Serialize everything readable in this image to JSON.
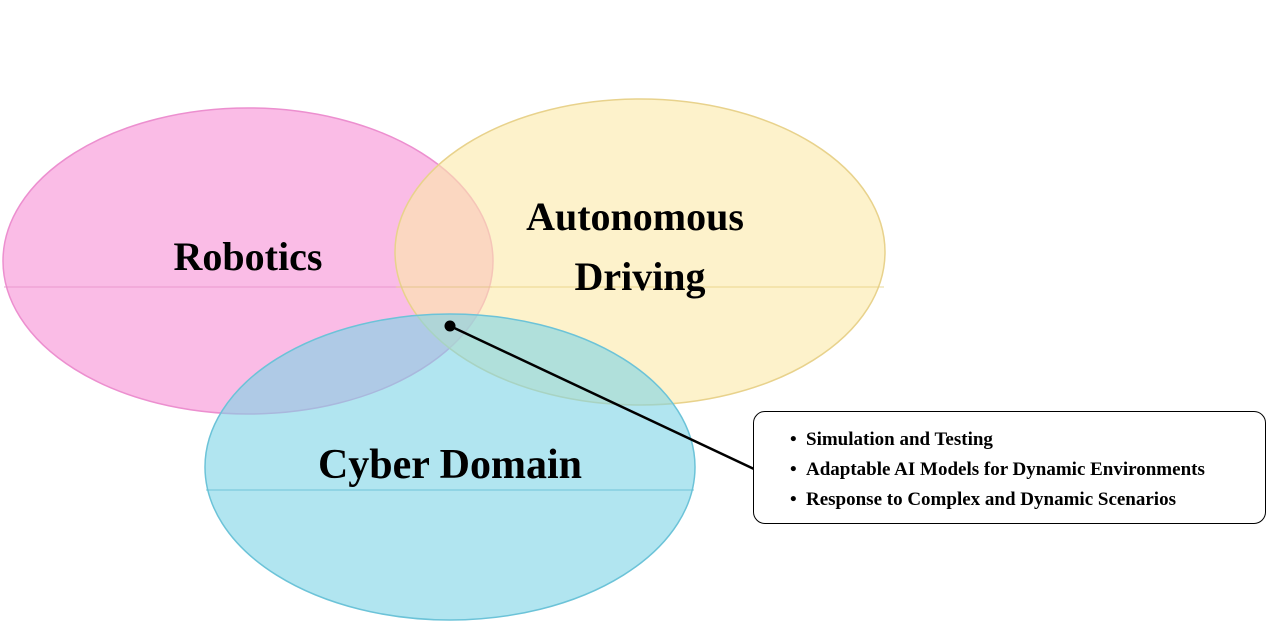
{
  "diagram": {
    "sets": [
      {
        "id": "robotics",
        "label_lines": [
          "Robotics"
        ],
        "color": "#f8a5dd"
      },
      {
        "id": "autonomous-driving",
        "label_lines": [
          "Autonomous",
          "Driving"
        ],
        "color": "#fce9a8"
      },
      {
        "id": "cyber-domain",
        "label_lines": [
          "Cyber Domain"
        ],
        "color": "#7dd3e6"
      }
    ],
    "intersection_callout": {
      "bullet_glyph": "•",
      "items": [
        "Simulation and Testing",
        "Adaptable AI Models for Dynamic Environments",
        "Response to Complex and Dynamic Scenarios"
      ]
    }
  }
}
